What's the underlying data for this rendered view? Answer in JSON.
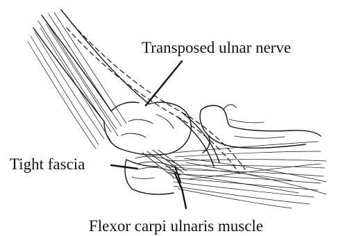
{
  "labels": {
    "transposed_ulnar_nerve": "Transposed ulnar nerve",
    "tight_fascia": "Tight fascia",
    "flexor_carpi_ulnaris": "Flexor carpi ulnaris muscle"
  },
  "colors": {
    "ink": "#111111",
    "background": "#ffffff"
  }
}
